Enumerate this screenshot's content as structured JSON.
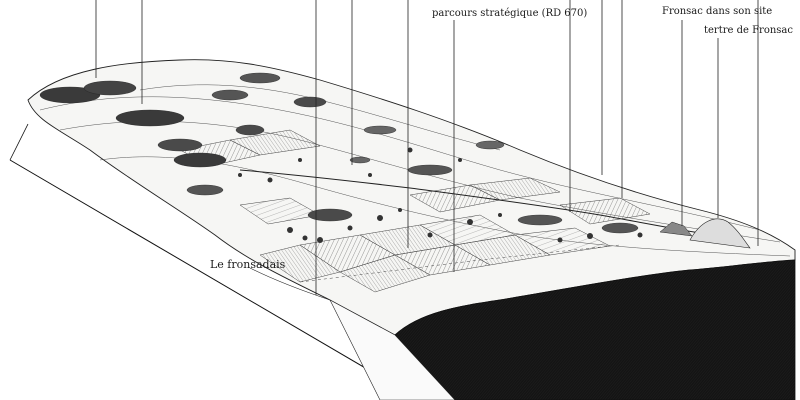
{
  "labels": {
    "parcours": "parcours stratégique (RD 670)",
    "fronsac_site": "Fronsac dans son site",
    "tertre": "tertre de Fronsac",
    "fronsadais": "Le fronsadais"
  },
  "colors": {
    "ink": "#1a1a1a",
    "dark_block": "#141414",
    "plateau_fill": "#f6f6f4"
  }
}
